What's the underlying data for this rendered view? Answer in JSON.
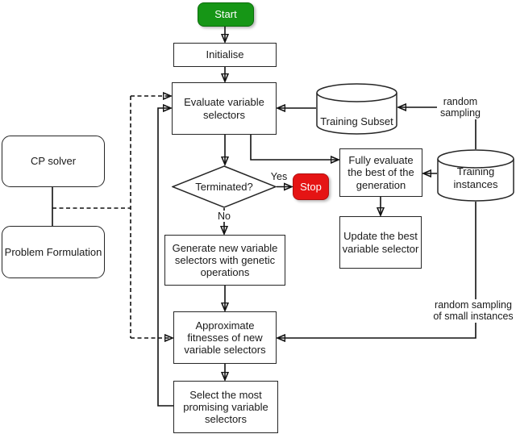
{
  "diagram_type": "flowchart",
  "colors": {
    "background": "#ffffff",
    "node_fill": "#ffffff",
    "node_border": "#262626",
    "line": "#111111",
    "start_fill": "#169616",
    "start_border": "#0c6d0c",
    "stop_fill": "#e51414",
    "stop_border": "#b01010",
    "label_text": "#1a1a1a",
    "terminal_text": "#ffffff"
  },
  "nodes": {
    "start": {
      "label": "Start",
      "shape": "rounded-terminal"
    },
    "initialise": {
      "label": "Initialise",
      "shape": "rect"
    },
    "evaluate": {
      "label": "Evaluate variable\nselectors",
      "shape": "rect"
    },
    "training_subset": {
      "label": "Training Subset",
      "shape": "cylinder"
    },
    "terminated": {
      "label": "Terminated?",
      "shape": "diamond"
    },
    "stop": {
      "label": "Stop",
      "shape": "rounded-terminal"
    },
    "fully_evaluate": {
      "label": "Fully evaluate\nthe best of the\ngeneration",
      "shape": "rect"
    },
    "training_instances": {
      "label": "Training\ninstances",
      "shape": "cylinder"
    },
    "update_best": {
      "label": "Update the best\nvariable selector",
      "shape": "rect"
    },
    "generate": {
      "label": "Generate new variable\nselectors with genetic\noperations",
      "shape": "rect"
    },
    "approximate": {
      "label": "Approximate\nfitnesses of new\nvariable selectors",
      "shape": "rect"
    },
    "select": {
      "label": "Select the most\npromising variable\nselectors",
      "shape": "rect"
    },
    "cp_solver": {
      "label": "CP solver",
      "shape": "rounded-rect"
    },
    "problem_formulation": {
      "label": "Problem Formulation",
      "shape": "rounded-rect"
    }
  },
  "edge_labels": {
    "yes": "Yes",
    "no": "No",
    "random_sampling": "random\nsampling",
    "random_sampling_small": "random sampling\nof small instances"
  }
}
